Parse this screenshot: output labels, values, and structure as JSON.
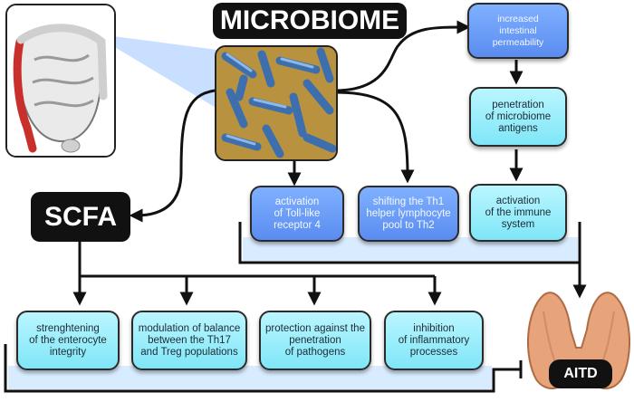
{
  "titles": {
    "microbiome": "MICROBIOME",
    "scfa": "SCFA",
    "aitd": "AITD"
  },
  "nodes": {
    "increased_permeability": "increased\nintestinal\npermeability",
    "penetration_antigens": "penetration\nof microbiome\nantigens",
    "activation_immune": "activation\nof the immune\nsystem",
    "activation_tlr4": "activation\nof Toll-like\nreceptor 4",
    "shifting_th1": "shifting the Th1\nhelper lymphocyte\npool to Th2",
    "strengthening": "strenghtening\nof the enterocyte\nintegrity",
    "modulation": "modulation of balance\nbetween the Th17\nand Treg populations",
    "protection": "protection against the\npenetration\nof pathogens",
    "inhibition": "inhibition\nof inflammatory\nprocesses"
  },
  "icons": {
    "intestine": "intestine-illustration",
    "bacteria": "bacteria-micrograph",
    "thyroid": "thyroid-gland-illustration"
  },
  "colors": {
    "blue_box": "#6b9cf6",
    "cyan_box": "#9df0fb",
    "title_bg": "#111111",
    "gut_red": "#c9302c"
  }
}
